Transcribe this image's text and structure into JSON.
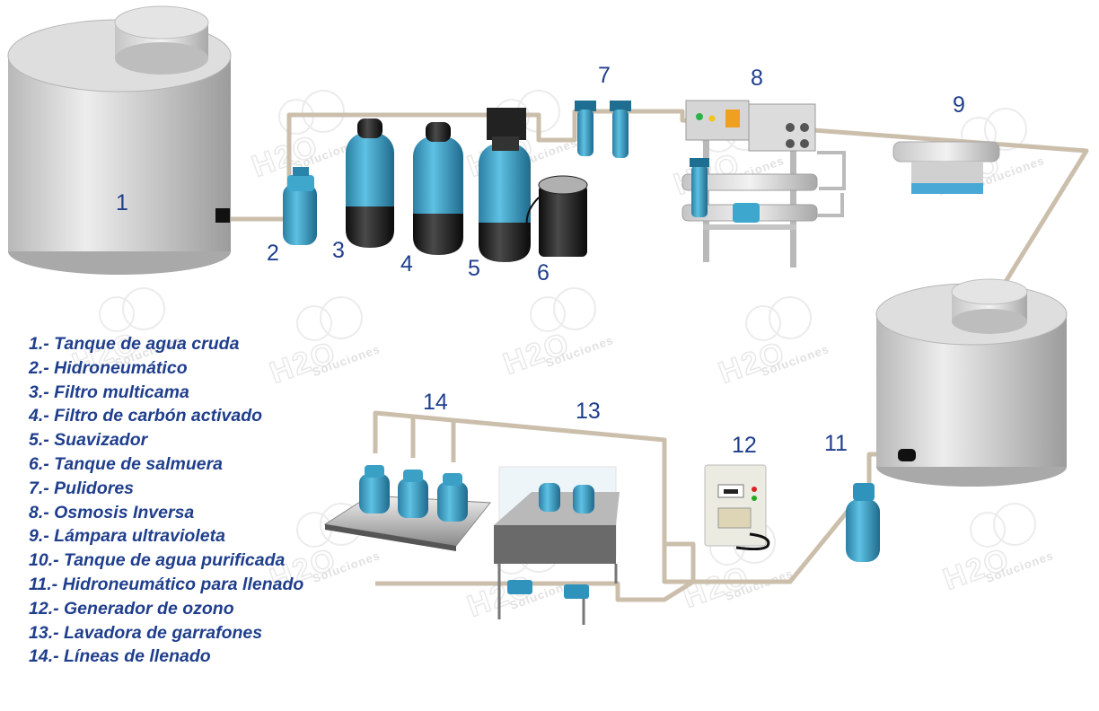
{
  "diagram": {
    "numbers": [
      "1",
      "2",
      "3",
      "4",
      "5",
      "6",
      "7",
      "8",
      "9",
      "11",
      "12",
      "13",
      "14"
    ],
    "legend": [
      "1.- Tanque de agua cruda",
      "2.- Hidroneumático",
      "3.- Filtro multicama",
      "4.- Filtro de carbón activado",
      "5.- Suavizador",
      "6.- Tanque de salmuera",
      "7.- Pulidores",
      "8.- Osmosis Inversa",
      "9.- Lámpara ultravioleta",
      "10.- Tanque de agua purificada",
      "11.- Hidroneumático para llenado",
      "12.- Generador de ozono",
      "13.- Lavadora de garrafones",
      "14.- Líneas de llenado"
    ],
    "watermark": {
      "logo": "H2O",
      "text": "Soluciones"
    }
  },
  "colors": {
    "label": "#1f3e8c",
    "pipe": "#cbbfac",
    "tank": "#c9c9c9",
    "vessel": "#3c9bbf",
    "vessel_bottom": "#1a1a1a",
    "frame": "#b9b9b9"
  }
}
